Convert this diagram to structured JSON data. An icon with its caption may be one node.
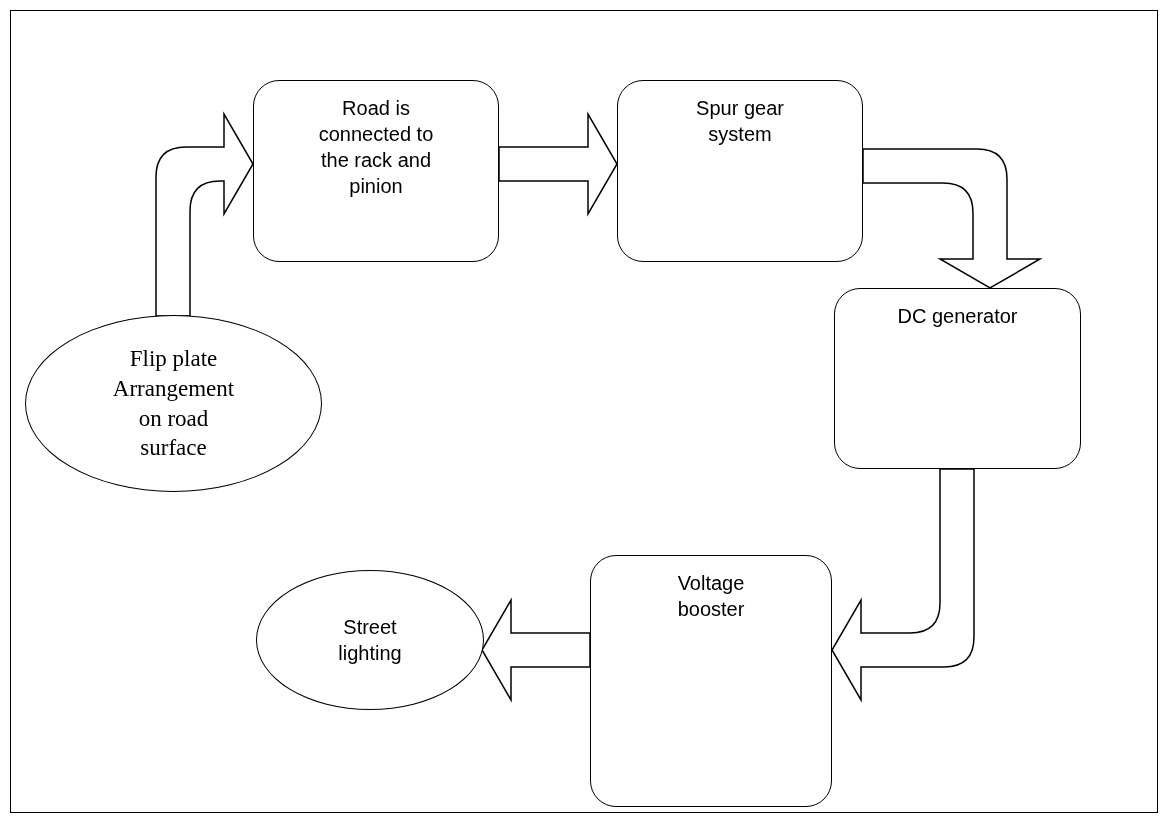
{
  "diagram": {
    "nodes": [
      {
        "text": [
          "Flip plate Arrangement on road surface"
        ]
      },
      {
        "text": [
          "Road is connected to the rack and pinion"
        ]
      },
      {
        "text": [
          "Spur gear system"
        ]
      },
      {
        "text": [
          "DC generator"
        ]
      },
      {
        "text": [
          "Voltage booster"
        ]
      },
      {
        "text": [
          "Street lighting"
        ]
      }
    ],
    "edges": [
      {
        "from": 0,
        "to": 1,
        "arrow": "to"
      },
      {
        "from": 1,
        "to": 2,
        "arrow": "to"
      },
      {
        "from": 2,
        "to": 3,
        "arrow": "to"
      },
      {
        "from": 3,
        "to": 4,
        "arrow": "to"
      },
      {
        "from": 4,
        "to": 5,
        "arrow": "to"
      }
    ]
  }
}
